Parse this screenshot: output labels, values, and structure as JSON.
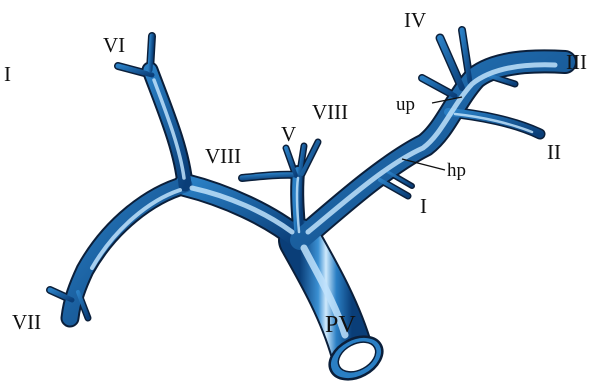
{
  "diagram": {
    "colors": {
      "vessel_dark": "#0a3e78",
      "vessel_mid": "#2a7fc4",
      "vessel_light": "#bfe2fb",
      "outline": "#0b1f3a",
      "label": "#111111"
    },
    "labels": {
      "segment_I_corner": "I",
      "segment_VI": "VI",
      "segment_VII": "VII",
      "segment_VIII_left": "VIII",
      "segment_V": "V",
      "segment_VIII_right": "VIII",
      "segment_IV": "IV",
      "segment_III": "III",
      "segment_II": "II",
      "segment_I_branch": "I",
      "umbilical_portion": "up",
      "hilar_plate": "hp",
      "portal_vein": "PV"
    }
  }
}
